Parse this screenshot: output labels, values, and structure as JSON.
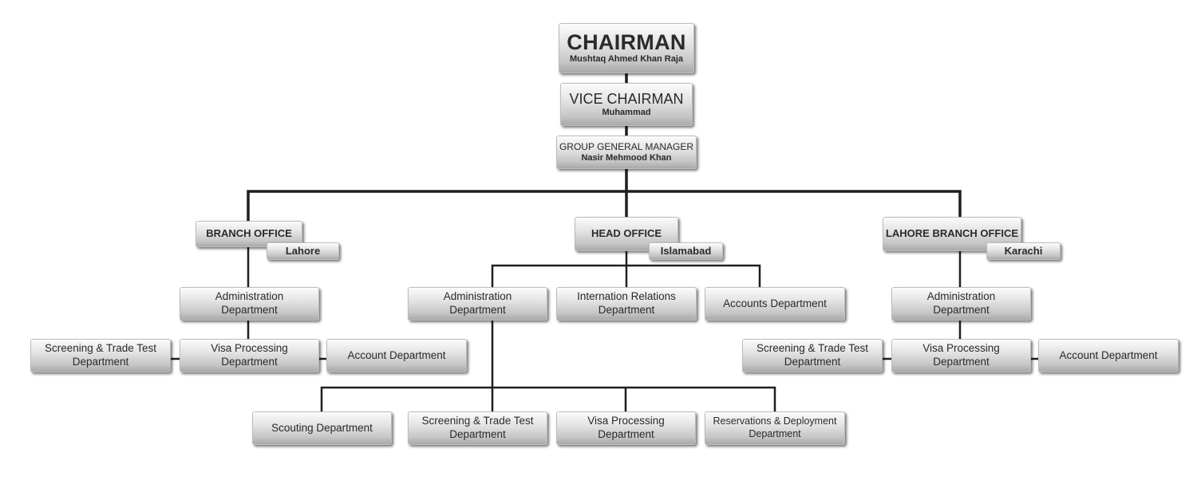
{
  "colors": {
    "line": "#1f1f1f",
    "box_top": "#fbfbfb",
    "box_bottom": "#a9a9a9",
    "text": "#2a2a2a"
  },
  "top": {
    "chairman": {
      "title": "CHAIRMAN",
      "name": "Mushtaq Ahmed Khan Raja"
    },
    "vice_chairman": {
      "title": "VICE CHAIRMAN",
      "name": "Muhammad"
    },
    "group_gm": {
      "title": "GROUP GENERAL MANAGER",
      "name": "Nasir Mehmood Khan"
    }
  },
  "branch_left": {
    "title": "BRANCH OFFICE",
    "location": "Lahore",
    "admin": "Administration Department",
    "visa": "Visa Processing Department",
    "screening": "Screening & Trade Test Department",
    "account": "Account Department"
  },
  "head_office": {
    "title": "HEAD OFFICE",
    "location": "Islamabad",
    "admin": "Administration Department",
    "intl": "Internation Relations Department",
    "accounts": "Accounts Department",
    "scouting": "Scouting Department",
    "screening": "Screening & Trade Test Department",
    "visa": "Visa Processing Department",
    "reservations": "Reservations & Deployment Department"
  },
  "branch_right": {
    "title": "LAHORE BRANCH OFFICE",
    "location": "Karachi",
    "admin": "Administration Department",
    "visa": "Visa Processing Department",
    "screening": "Screening & Trade Test Department",
    "account": "Account Department"
  }
}
